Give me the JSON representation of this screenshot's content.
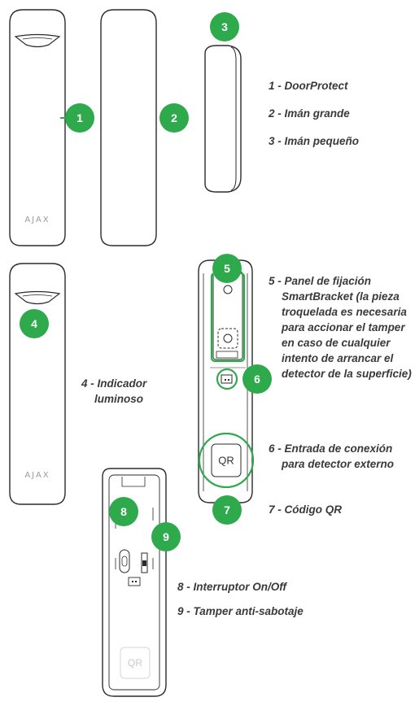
{
  "colors": {
    "accent": "#2eaa4d",
    "outline": "#2b2b2b"
  },
  "device": {
    "logo": "AJAX",
    "qr": "QR"
  },
  "markers": [
    "1",
    "2",
    "3",
    "4",
    "5",
    "6",
    "7",
    "8",
    "9"
  ],
  "legend": {
    "l1": "1 - DoorProtect",
    "l2": "2 - Imán grande",
    "l3": "3 - Imán pequeño",
    "l4": "4 - Indicador luminoso",
    "l5": "5 - Panel de fijación SmartBracket (la pieza troquelada es necesaria para accionar el tamper en caso de cualquier intento de arrancar el detector de la superficie)",
    "l6": "6 - Entrada de conexión para detector externo",
    "l7": "7 - Código QR",
    "l8": "8 - Interruptor On/Off",
    "l9": "9 - Tamper anti-sabotaje"
  }
}
